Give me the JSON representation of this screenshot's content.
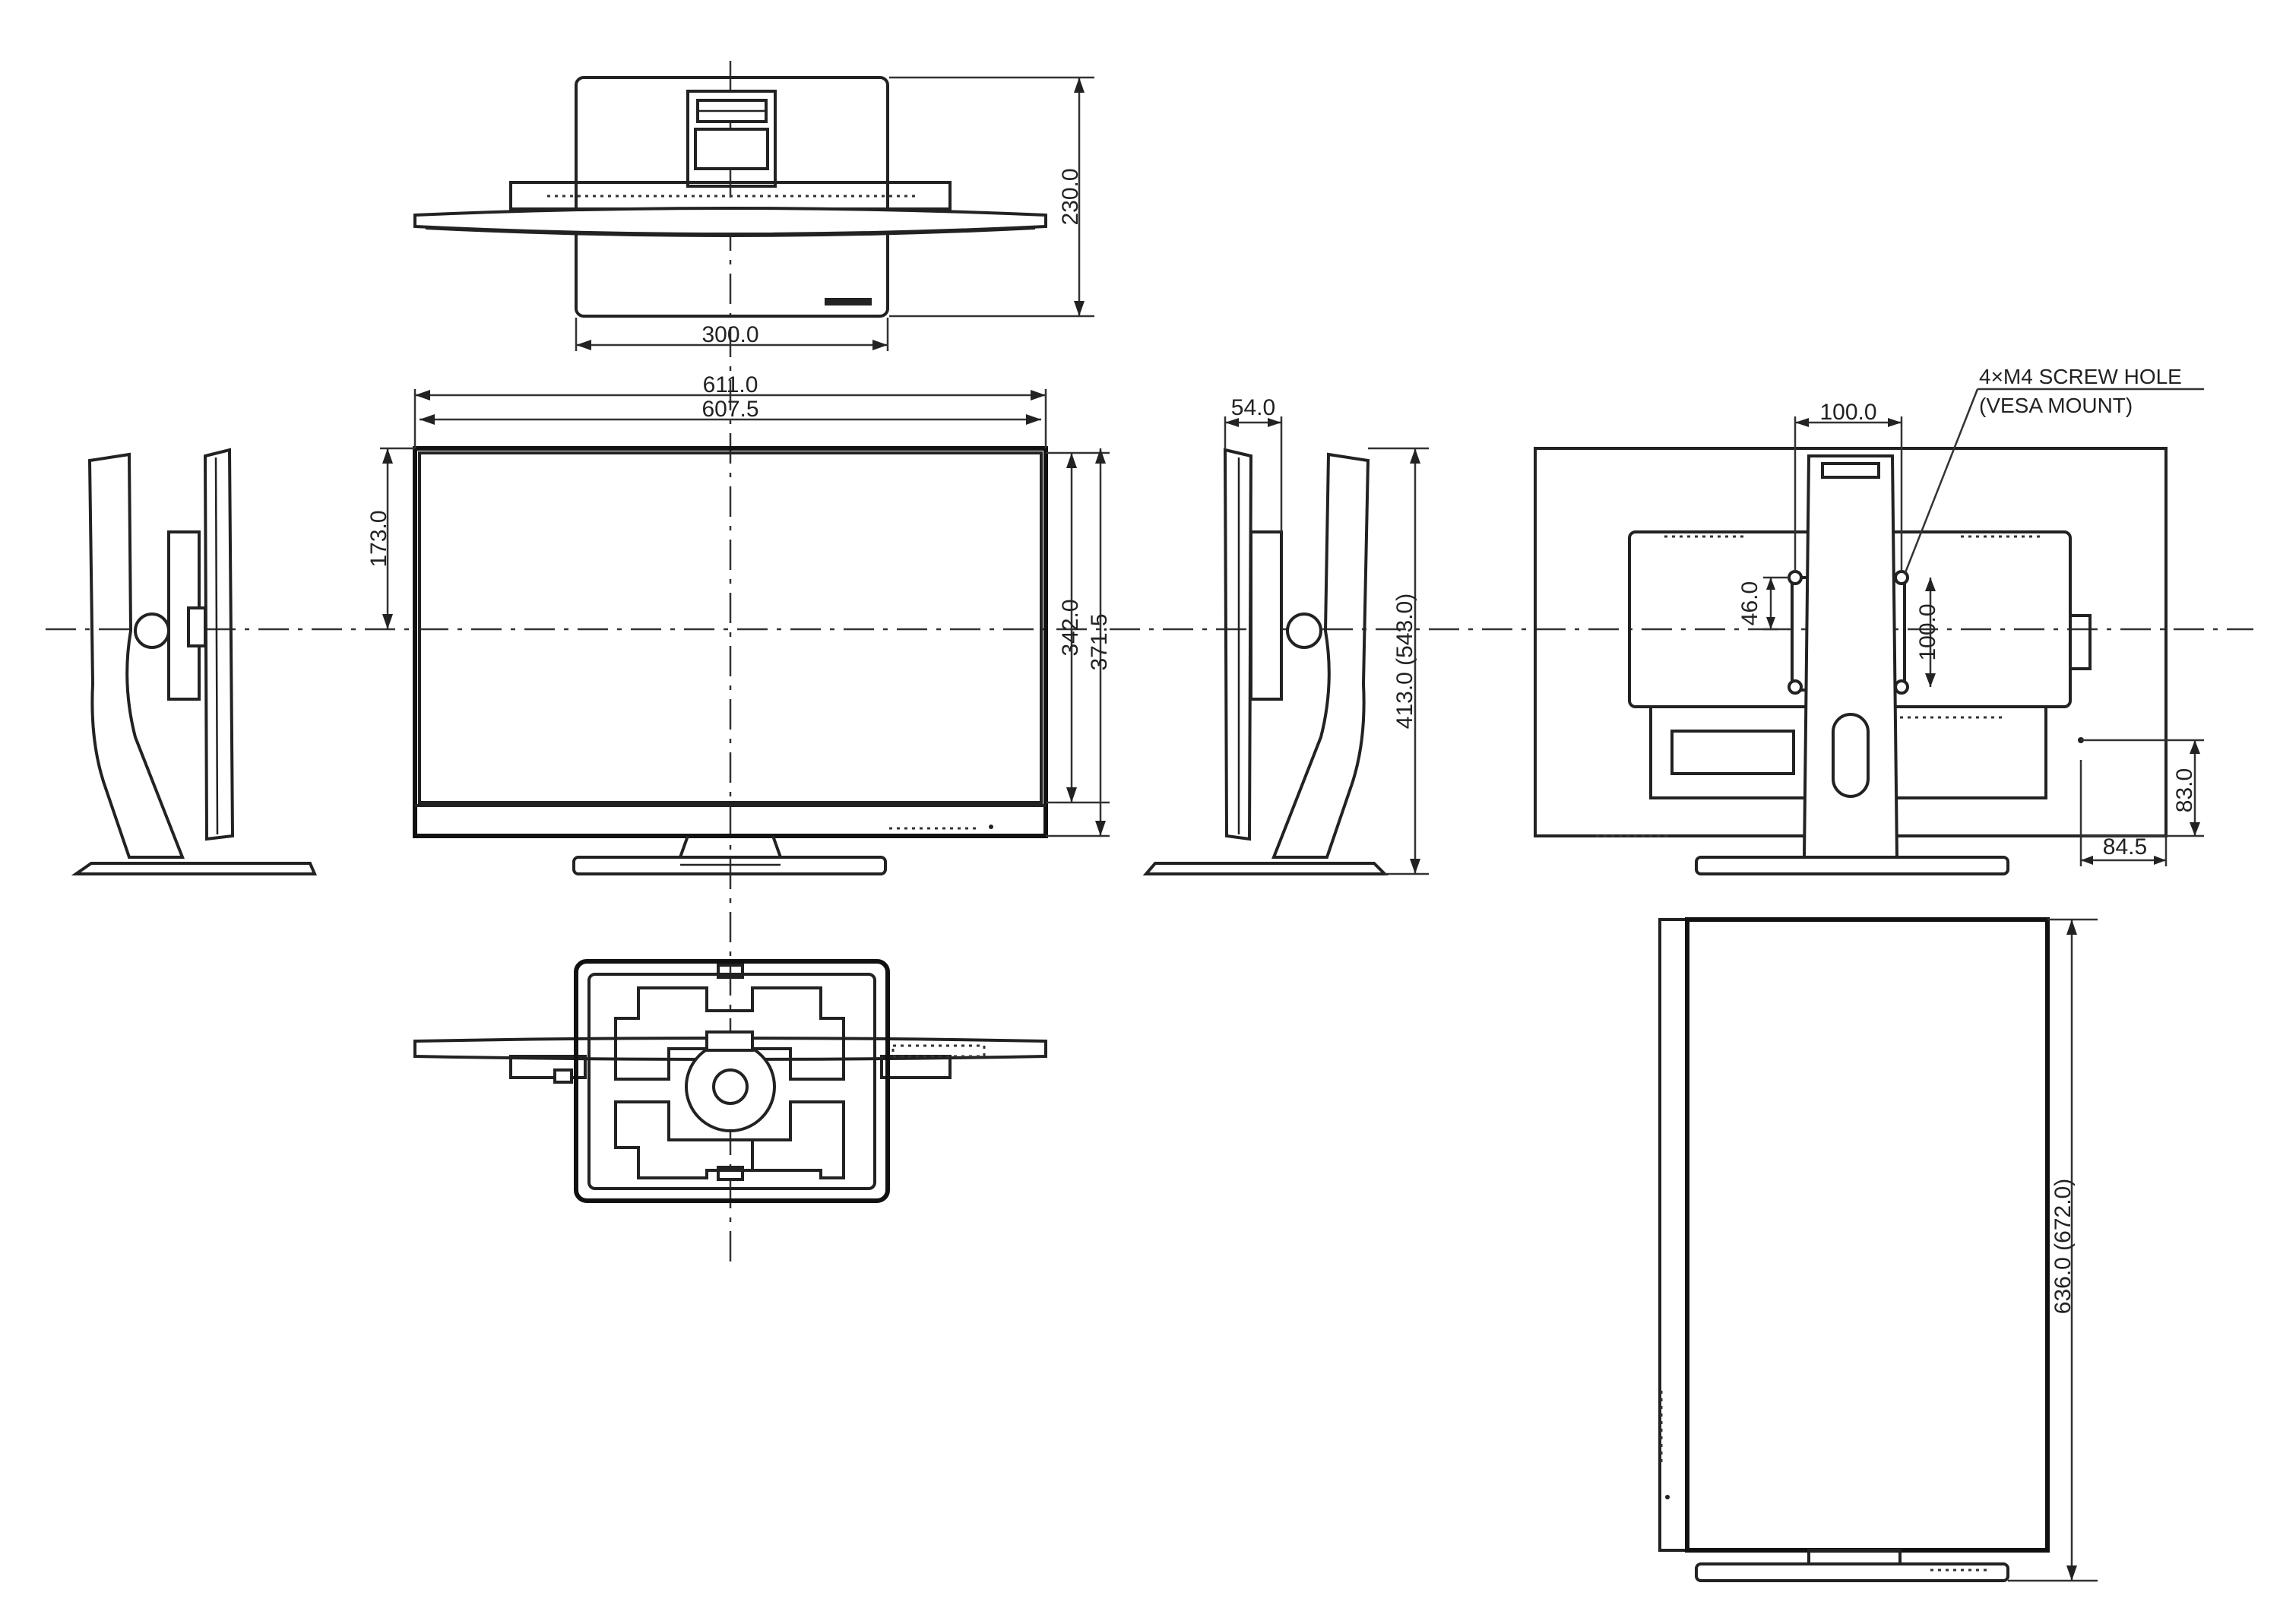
{
  "dimensions": {
    "top_depth": "230.0",
    "base_width": "300.0",
    "overall_width": "611.0",
    "panel_width": "607.5",
    "center_height": "173.0",
    "panel_height": "342.0",
    "overall_panel_height": "371.5",
    "depth": "54.0",
    "total_height": "413.0 (543.0)",
    "vesa_horizontal": "100.0",
    "vesa_vertical": "100.0",
    "vesa_offset": "46.0",
    "port_height": "83.0",
    "port_offset": "84.5",
    "pivot_height": "636.0 (672.0)"
  },
  "notes": {
    "screw_hole_line1": "4×M4 SCREW HOLE",
    "screw_hole_line2": "(VESA MOUNT)"
  },
  "colors": {
    "line": "#222222",
    "background": "#ffffff"
  }
}
